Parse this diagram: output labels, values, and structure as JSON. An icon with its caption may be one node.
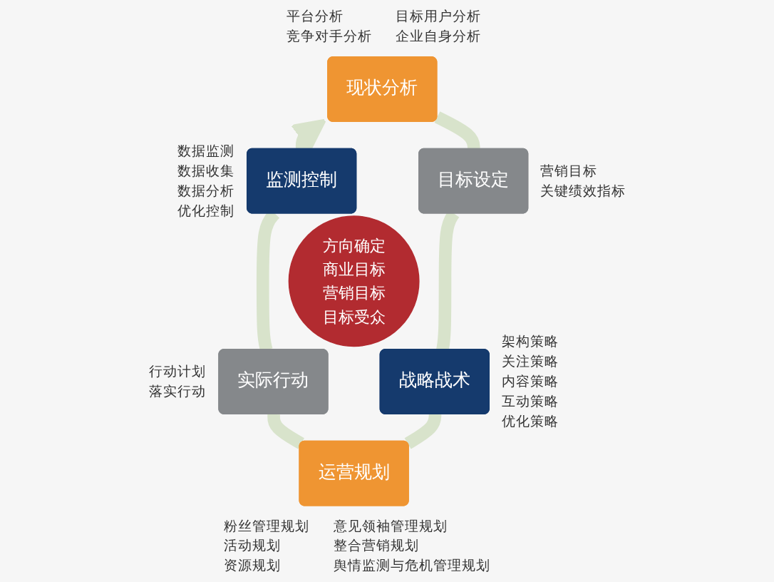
{
  "diagram": {
    "nodes": [
      {
        "text": [
          "现状分析"
        ],
        "beside": [
          "平台分析",
          "竞争对手分析",
          "目标用户分析",
          "企业自身分析"
        ]
      },
      {
        "text": [
          "监测控制"
        ],
        "beside": [
          "数据监测",
          "数据收集",
          "数据分析",
          "优化控制"
        ]
      },
      {
        "text": [
          "目标设定"
        ],
        "beside": [
          "营销目标",
          "关键绩效指标"
        ]
      },
      {
        "text": [
          "方向确定",
          "商业目标",
          "营销目标",
          "目标受众"
        ]
      },
      {
        "text": [
          "实际行动"
        ],
        "beside": [
          "行动计划",
          "落实行动"
        ]
      },
      {
        "text": [
          "战略战术"
        ],
        "beside": [
          "架构策略",
          "关注策略",
          "内容策略",
          "互动策略",
          "优化策略"
        ]
      },
      {
        "text": [
          "运营规划"
        ],
        "beside": [
          "粉丝管理规划",
          "活动规划",
          "资源规划",
          "意见领袖管理规划",
          "整合营销规划",
          "舆情监测与危机管理规划"
        ]
      }
    ],
    "edges": [
      {
        "from": 1,
        "to": 0,
        "arrow": "to"
      },
      {
        "from": 4,
        "to": 1,
        "arrow": "none"
      },
      {
        "from": 6,
        "to": 4,
        "arrow": "none"
      },
      {
        "from": 6,
        "to": 5,
        "arrow": "none"
      },
      {
        "from": 5,
        "to": 2,
        "arrow": "none"
      },
      {
        "from": 2,
        "to": 0,
        "arrow": "none"
      }
    ]
  }
}
